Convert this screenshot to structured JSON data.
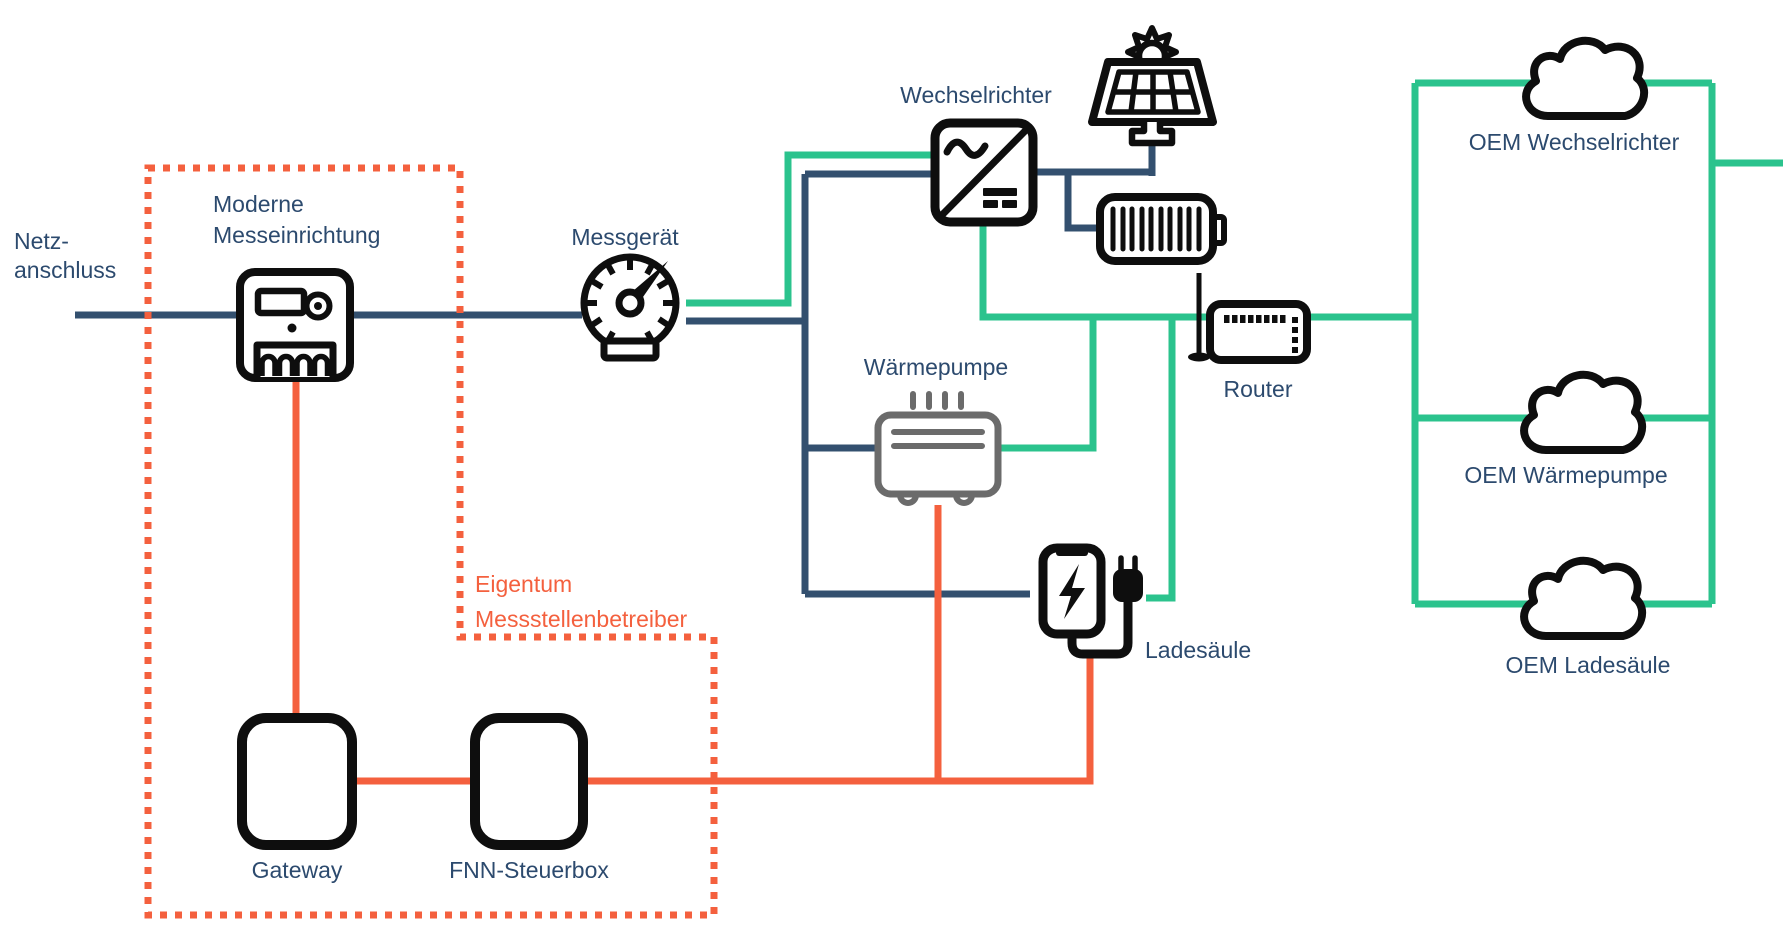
{
  "nodes": {
    "netzanschluss": {
      "line1": "Netz-",
      "line2": "anschluss"
    },
    "moderne_messeinrichtung": {
      "line1": "Moderne",
      "line2": "Messeinrichtung"
    },
    "messgeraet": {
      "label": "Messgerät"
    },
    "wechselrichter": {
      "label": "Wechselrichter"
    },
    "waermepumpe": {
      "label": "Wärmepumpe"
    },
    "router": {
      "label": "Router"
    },
    "ladesaeule": {
      "label": "Ladesäule"
    },
    "gateway": {
      "label": "Gateway"
    },
    "fnn_steuerbox": {
      "label": "FNN-Steuerbox"
    },
    "oem_wechselrichter": {
      "label": "OEM Wechselrichter"
    },
    "oem_waermepumpe": {
      "label": "OEM Wärmepumpe"
    },
    "oem_ladesaeule": {
      "label": "OEM Ladesäule"
    }
  },
  "region_owner": {
    "line1": "Eigentum",
    "line2": "Messstellenbetreiber"
  },
  "colors": {
    "navy": "#33506F",
    "green": "#2BC38D",
    "orange": "#F4603E",
    "gray": "#6B6B6B",
    "ink": "#0E0E0E",
    "text": "#2C4A6E"
  },
  "icons": [
    "smart-meter-icon",
    "gauge-icon",
    "inverter-icon",
    "solar-panel-icon",
    "sun-icon",
    "battery-icon",
    "heat-pump-icon",
    "router-icon",
    "ev-charger-icon",
    "plug-icon",
    "cloud-icon",
    "gateway-box-icon",
    "steuerbox-box-icon"
  ]
}
